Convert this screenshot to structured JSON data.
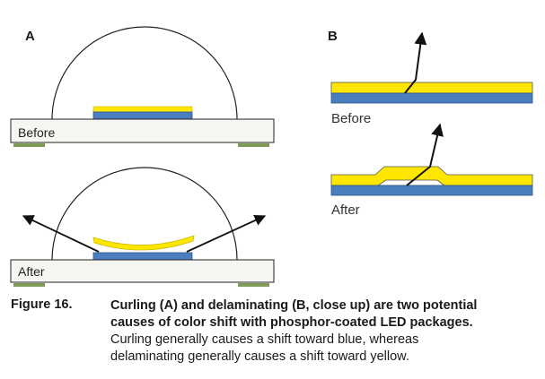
{
  "panels": {
    "a": {
      "label": "A",
      "before_label": "Before",
      "after_label": "After"
    },
    "b": {
      "label": "B",
      "before_label": "Before",
      "after_label": "After"
    }
  },
  "caption": {
    "figure_number": "Figure 16.",
    "title_line1": "Curling (A) and delaminating (B, close up) are two potential",
    "title_line2": "causes of color shift with phosphor-coated LED packages.",
    "body_line1": "Curling generally causes a shift toward blue, whereas",
    "body_line2": "delaminating generally causes a shift toward yellow."
  },
  "colors": {
    "phosphor": "#ffe600",
    "chip": "#4a7ebf",
    "pad": "#7f9a56",
    "substrate": "#f5f5f2",
    "outline": "#222222"
  }
}
